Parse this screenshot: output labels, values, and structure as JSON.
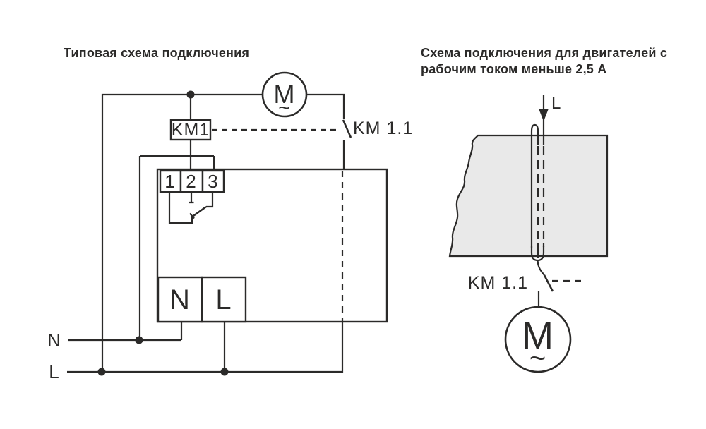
{
  "colors": {
    "background": "#ffffff",
    "stroke": "#2b2a29",
    "block_fill": "#e9e9e9"
  },
  "left_diagram": {
    "title": "Типовая схема подключения",
    "motor_label": "M",
    "motor_ac": "~",
    "relay_label": "KM1",
    "contact_label": "KM 1.1",
    "terminals": [
      "1",
      "2",
      "3"
    ],
    "power_terminals": [
      "N",
      "L"
    ],
    "line_labels": {
      "n": "N",
      "l": "L"
    }
  },
  "right_diagram": {
    "title_line1": "Схема подключения для двигателей с",
    "title_line2": "рабочим током меньше 2,5 А",
    "line_label": "L",
    "contact_label": "KM 1.1",
    "motor_label": "M",
    "motor_ac": "~"
  }
}
